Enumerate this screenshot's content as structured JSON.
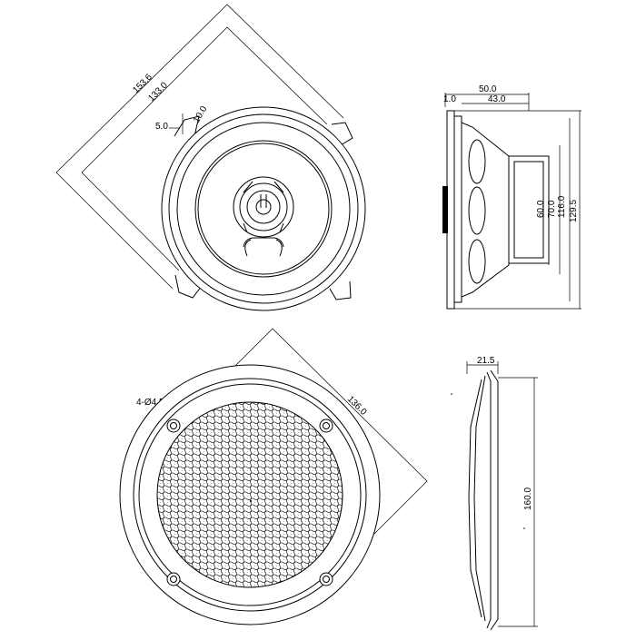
{
  "dimensions": {
    "speaker_top_diag_outer": "153.6",
    "speaker_top_diag_inner": "133.0",
    "tab_width": "5.0",
    "tab_offset": "10.0",
    "side_depth_total": "50.0",
    "side_depth_basket": "43.0",
    "side_flange": "1.0",
    "side_magnet": "60.0",
    "side_basket_rear": "70.0",
    "side_cone": "116.0",
    "side_frame": "129.5",
    "grille_holes": "4-Ø4.5",
    "grille_diag": "136.0",
    "grille_depth": "21.5",
    "grille_height": "160.0"
  }
}
